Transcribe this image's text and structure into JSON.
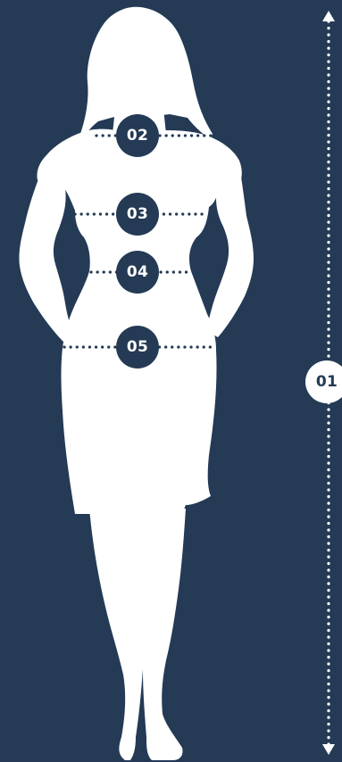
{
  "diagram": {
    "colors": {
      "background": "#243a55",
      "silhouette": "#ffffff"
    },
    "markers": [
      {
        "id": "height",
        "label": "01"
      },
      {
        "id": "bust",
        "label": "02"
      },
      {
        "id": "under-bust",
        "label": "03"
      },
      {
        "id": "waist",
        "label": "04"
      },
      {
        "id": "hips",
        "label": "05"
      }
    ]
  }
}
